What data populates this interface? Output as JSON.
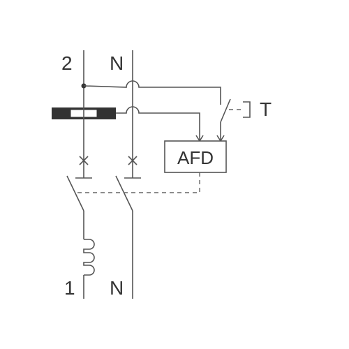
{
  "labels": {
    "top_phase": "2",
    "top_neutral": "N",
    "bottom_phase": "1",
    "bottom_neutral": "N",
    "test": "T",
    "afd": "AFD"
  },
  "colors": {
    "line": "#555555",
    "text": "#333333",
    "fuse_fill": "#333333"
  }
}
